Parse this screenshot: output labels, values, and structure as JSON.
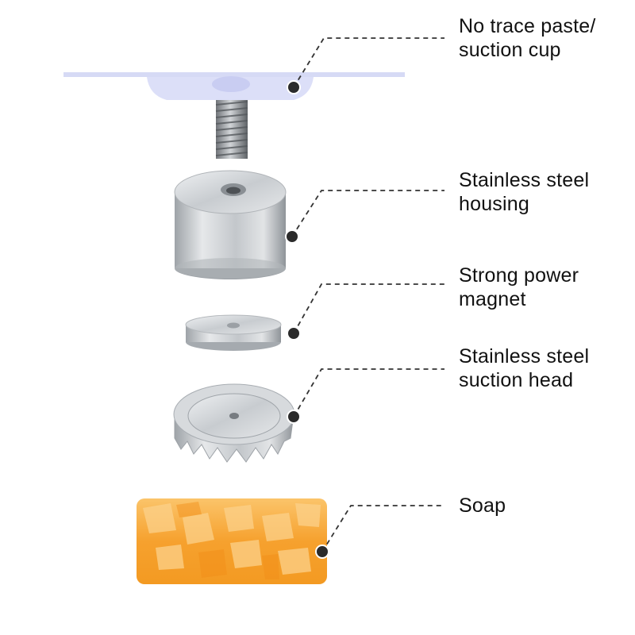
{
  "labels": [
    {
      "id": "suction-cup",
      "lines": [
        "No trace paste/",
        "suction cup"
      ]
    },
    {
      "id": "housing",
      "lines": [
        "Stainless steel",
        "housing"
      ]
    },
    {
      "id": "magnet",
      "lines": [
        "Strong power",
        "magnet"
      ]
    },
    {
      "id": "suction-head",
      "lines": [
        "Stainless steel",
        "suction head"
      ]
    },
    {
      "id": "soap",
      "lines": [
        "Soap"
      ]
    }
  ],
  "colors": {
    "leader_line": "#333333",
    "leader_dot": "#2b2b2b",
    "field_lines": "#35c6e8",
    "soap": "#f7a534",
    "steel": "#c9ccd0",
    "suction_cup": "#d9dcf7"
  }
}
